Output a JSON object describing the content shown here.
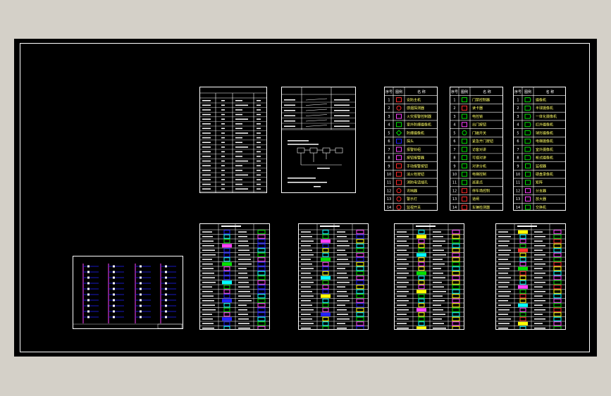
{
  "colors": {
    "canvas_bg": "#000000",
    "line": "#ffffff",
    "red": "#ff2a2a",
    "green": "#00e000",
    "yellow": "#ffff00",
    "magenta": "#ff40ff",
    "cyan": "#00ffff",
    "blue": "#2020ff"
  },
  "panels": {
    "p4": {
      "headers": [
        "序号",
        "图例",
        "名  称"
      ],
      "rows": [
        {
          "num": "1",
          "icon": "red-box-icon",
          "name": "安防主机"
        },
        {
          "num": "2",
          "icon": "red-circle-icon",
          "name": "感烟探测器"
        },
        {
          "num": "3",
          "icon": "magenta-box-icon",
          "name": "火灾报警控制器"
        },
        {
          "num": "4",
          "icon": "green-box-icon",
          "name": "室外防爆摄像机"
        },
        {
          "num": "5",
          "icon": "green-diamond-icon",
          "name": "防爆摄像机"
        },
        {
          "num": "6",
          "icon": "blue-box-icon",
          "name": "探头"
        },
        {
          "num": "7",
          "icon": "magenta-box-icon",
          "name": "报警铃组"
        },
        {
          "num": "8",
          "icon": "magenta-box-icon",
          "name": "按钮报警器"
        },
        {
          "num": "9",
          "icon": "red-box-icon",
          "name": "手动报警按钮"
        },
        {
          "num": "10",
          "icon": "red-box-icon",
          "name": "消火栓按钮"
        },
        {
          "num": "11",
          "icon": "red-box-icon",
          "name": "消防电话插孔"
        },
        {
          "num": "12",
          "icon": "red-circle-icon",
          "name": "讯响器"
        },
        {
          "num": "13",
          "icon": "red-circle-icon",
          "name": "警示灯"
        },
        {
          "num": "14",
          "icon": "red-circle-icon",
          "name": "监视开关"
        }
      ]
    },
    "p5": {
      "headers": [
        "序号",
        "图例",
        "名  称"
      ],
      "rows": [
        {
          "num": "1",
          "icon": "green-box-icon",
          "name": "门禁控制器"
        },
        {
          "num": "2",
          "icon": "red-box-icon",
          "name": "读卡器"
        },
        {
          "num": "3",
          "icon": "green-box-icon",
          "name": "电控锁"
        },
        {
          "num": "4",
          "icon": "magenta-box-icon",
          "name": "出门按钮"
        },
        {
          "num": "5",
          "icon": "green-circle-icon",
          "name": "门磁开关"
        },
        {
          "num": "6",
          "icon": "green-box-icon",
          "name": "紧急开门按钮"
        },
        {
          "num": "7",
          "icon": "green-box-icon",
          "name": "访客对讲"
        },
        {
          "num": "8",
          "icon": "green-box-icon",
          "name": "可视对讲"
        },
        {
          "num": "9",
          "icon": "green-box-icon",
          "name": "对讲分机"
        },
        {
          "num": "10",
          "icon": "green-box-icon",
          "name": "电梯控制"
        },
        {
          "num": "11",
          "icon": "green-box-icon",
          "name": "巡更点"
        },
        {
          "num": "12",
          "icon": "red-box-icon",
          "name": "停车场控制"
        },
        {
          "num": "13",
          "icon": "red-box-icon",
          "name": "道闸"
        },
        {
          "num": "14",
          "icon": "red-box-icon",
          "name": "车辆检测器"
        }
      ]
    },
    "p6": {
      "headers": [
        "序号",
        "图例",
        "名  称"
      ],
      "rows": [
        {
          "num": "1",
          "icon": "green-flag-icon",
          "name": "摄像机"
        },
        {
          "num": "2",
          "icon": "green-flag-icon",
          "name": "半球摄像机"
        },
        {
          "num": "3",
          "icon": "green-flag-icon",
          "name": "一体化摄像机"
        },
        {
          "num": "4",
          "icon": "green-flag-icon",
          "name": "红外摄像机"
        },
        {
          "num": "5",
          "icon": "green-flag-icon",
          "name": "球形摄像机"
        },
        {
          "num": "6",
          "icon": "green-flag-icon",
          "name": "电梯摄像机"
        },
        {
          "num": "7",
          "icon": "green-flag-icon",
          "name": "室外摄像机"
        },
        {
          "num": "8",
          "icon": "green-flag-icon",
          "name": "枪式摄像机"
        },
        {
          "num": "9",
          "icon": "green-box-icon",
          "name": "监视器"
        },
        {
          "num": "10",
          "icon": "green-box-icon",
          "name": "硬盘录像机"
        },
        {
          "num": "11",
          "icon": "green-box-icon",
          "name": "矩阵"
        },
        {
          "num": "12",
          "icon": "magenta-box-icon",
          "name": "分支器"
        },
        {
          "num": "13",
          "icon": "magenta-box-icon",
          "name": "放大器"
        },
        {
          "num": "14",
          "icon": "green-box-icon",
          "name": "交换机"
        }
      ]
    }
  }
}
